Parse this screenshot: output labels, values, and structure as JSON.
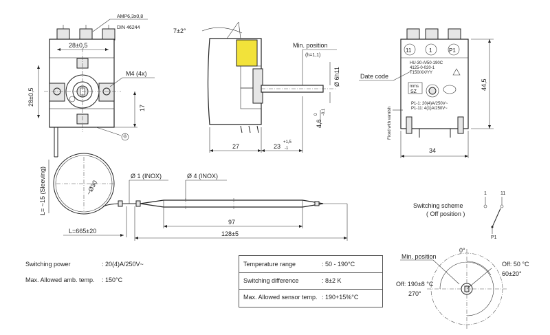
{
  "front_view": {
    "connector_spec": "AMP6,3x0,8",
    "connector_std": "DIN 46244",
    "dim_width": "28±0,5",
    "dim_height": "28±0,5",
    "dim_17": "17",
    "screw_label": "M4 (4x)",
    "ground_symbol": "⏚"
  },
  "side_view": {
    "angle": "7±2°",
    "min_position": "Min. position",
    "min_position_h": "(h=1,1)",
    "shaft_dia": "Ø 6h11",
    "dim_46": "4,6",
    "dim_46_tol_top": "0",
    "dim_46_tol_bot": "-0,1",
    "dim_27": "27",
    "dim_23": "23",
    "dim_23_tol_top": "+1,5",
    "dim_23_tol_bot": "-1"
  },
  "rear_view": {
    "terminal_11": "11",
    "terminal_1": "1",
    "terminal_p1": "P1",
    "model_line1": "HU-30-A/50-190C",
    "model_line2": "4125-0-020-1",
    "model_line3": "T150/XX/YY",
    "date_code": "Date code",
    "brand": "mms",
    "sz": "SZ",
    "rating1": "P1-1: 20(4)A/250V~",
    "rating2": "P1-11: 4(1)A/250V~",
    "varnish": "Fixed with varnish",
    "dim_445": "44,5",
    "dim_34": "34"
  },
  "capillary": {
    "sleeving": "L= ~15 (Sleeving)",
    "coil_dia": "~Ø30",
    "length": "L=665±20",
    "dia_1": "Ø 1 (INOX)",
    "dia_4": "Ø 4 (INOX)",
    "dim_97": "97",
    "dim_1285": "128±5"
  },
  "switching_scheme": {
    "title": "Switching scheme",
    "subtitle": "( Off position )",
    "t1": "1",
    "t11": "11",
    "tp1": "P1"
  },
  "specs": {
    "power_label": "Switching power",
    "power_value": ": 20(4)A/250V~",
    "amb_label": "Max. Allowed amb. temp.",
    "amb_value": ": 150°C"
  },
  "table": {
    "rows": [
      {
        "label": "Temperature range",
        "value": ": 50 - 190°C"
      },
      {
        "label": "Switching difference",
        "value": ": 8±2  K"
      },
      {
        "label": "Max. Allowed sensor temp.",
        "value": ": 190+15%°C"
      }
    ]
  },
  "dial": {
    "min_position": "Min. position",
    "zero": "0°",
    "off50": "Off: 50 °C",
    "angle60": "60±20°",
    "off190": "Off: 190±8 °C",
    "angle270": "270°"
  }
}
